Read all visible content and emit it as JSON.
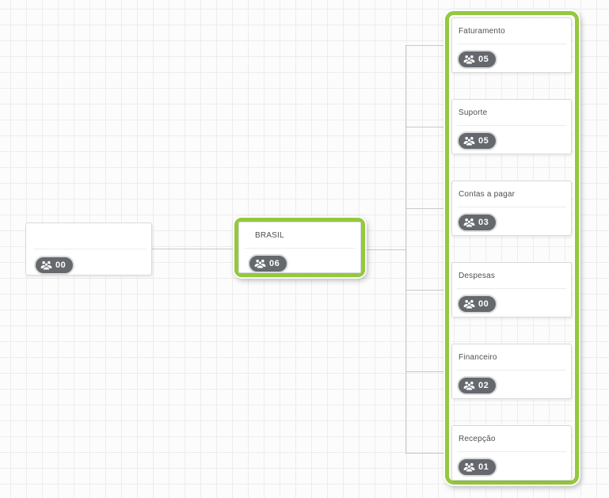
{
  "canvas": {
    "background": "#fcfcfc",
    "grid_color": "#ededed",
    "connector_color": "#c9c9c9",
    "selection_color": "#94c83e",
    "badge_color": "#65696e"
  },
  "nodes": {
    "root": {
      "title": "",
      "count": "00"
    },
    "middle": {
      "title": "BRASIL",
      "count": "06",
      "selected": true
    },
    "children": [
      {
        "title": "Faturamento",
        "count": "05"
      },
      {
        "title": "Suporte",
        "count": "05"
      },
      {
        "title": "Contas a pagar",
        "count": "03"
      },
      {
        "title": "Despesas",
        "count": "00"
      },
      {
        "title": "Financeiro",
        "count": "02"
      },
      {
        "title": "Recepção",
        "count": "01"
      }
    ]
  },
  "icons": {
    "badge_icon": "users-group-icon"
  }
}
